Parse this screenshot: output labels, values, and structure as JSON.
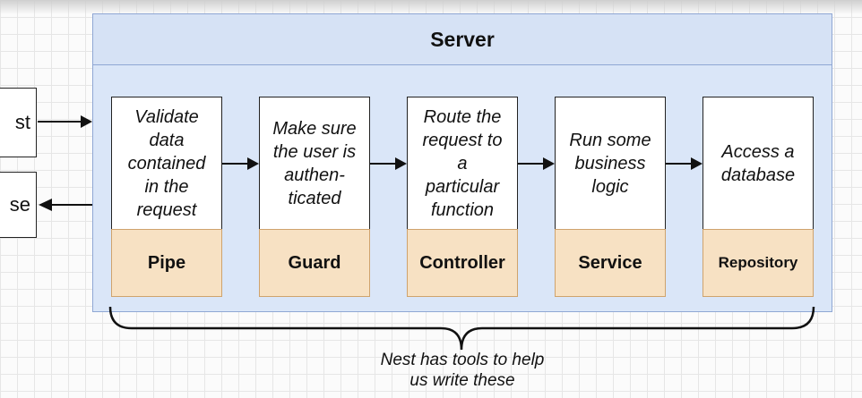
{
  "left_boxes": {
    "request_fragment": "st",
    "response_fragment": "se"
  },
  "server": {
    "title": "Server"
  },
  "steps": [
    {
      "description": "Validate\ndata\ncontained\nin the\nrequest",
      "name": "Pipe"
    },
    {
      "description": "Make sure\nthe user is\nauthen-\nticated",
      "name": "Guard"
    },
    {
      "description": "Route the\nrequest to\na\nparticular\nfunction",
      "name": "Controller"
    },
    {
      "description": "Run some\nbusiness\nlogic",
      "name": "Service"
    },
    {
      "description": "Access a\ndatabase",
      "name": "Repository"
    }
  ],
  "annotation": {
    "text": "Nest has tools to help\nus write these"
  }
}
